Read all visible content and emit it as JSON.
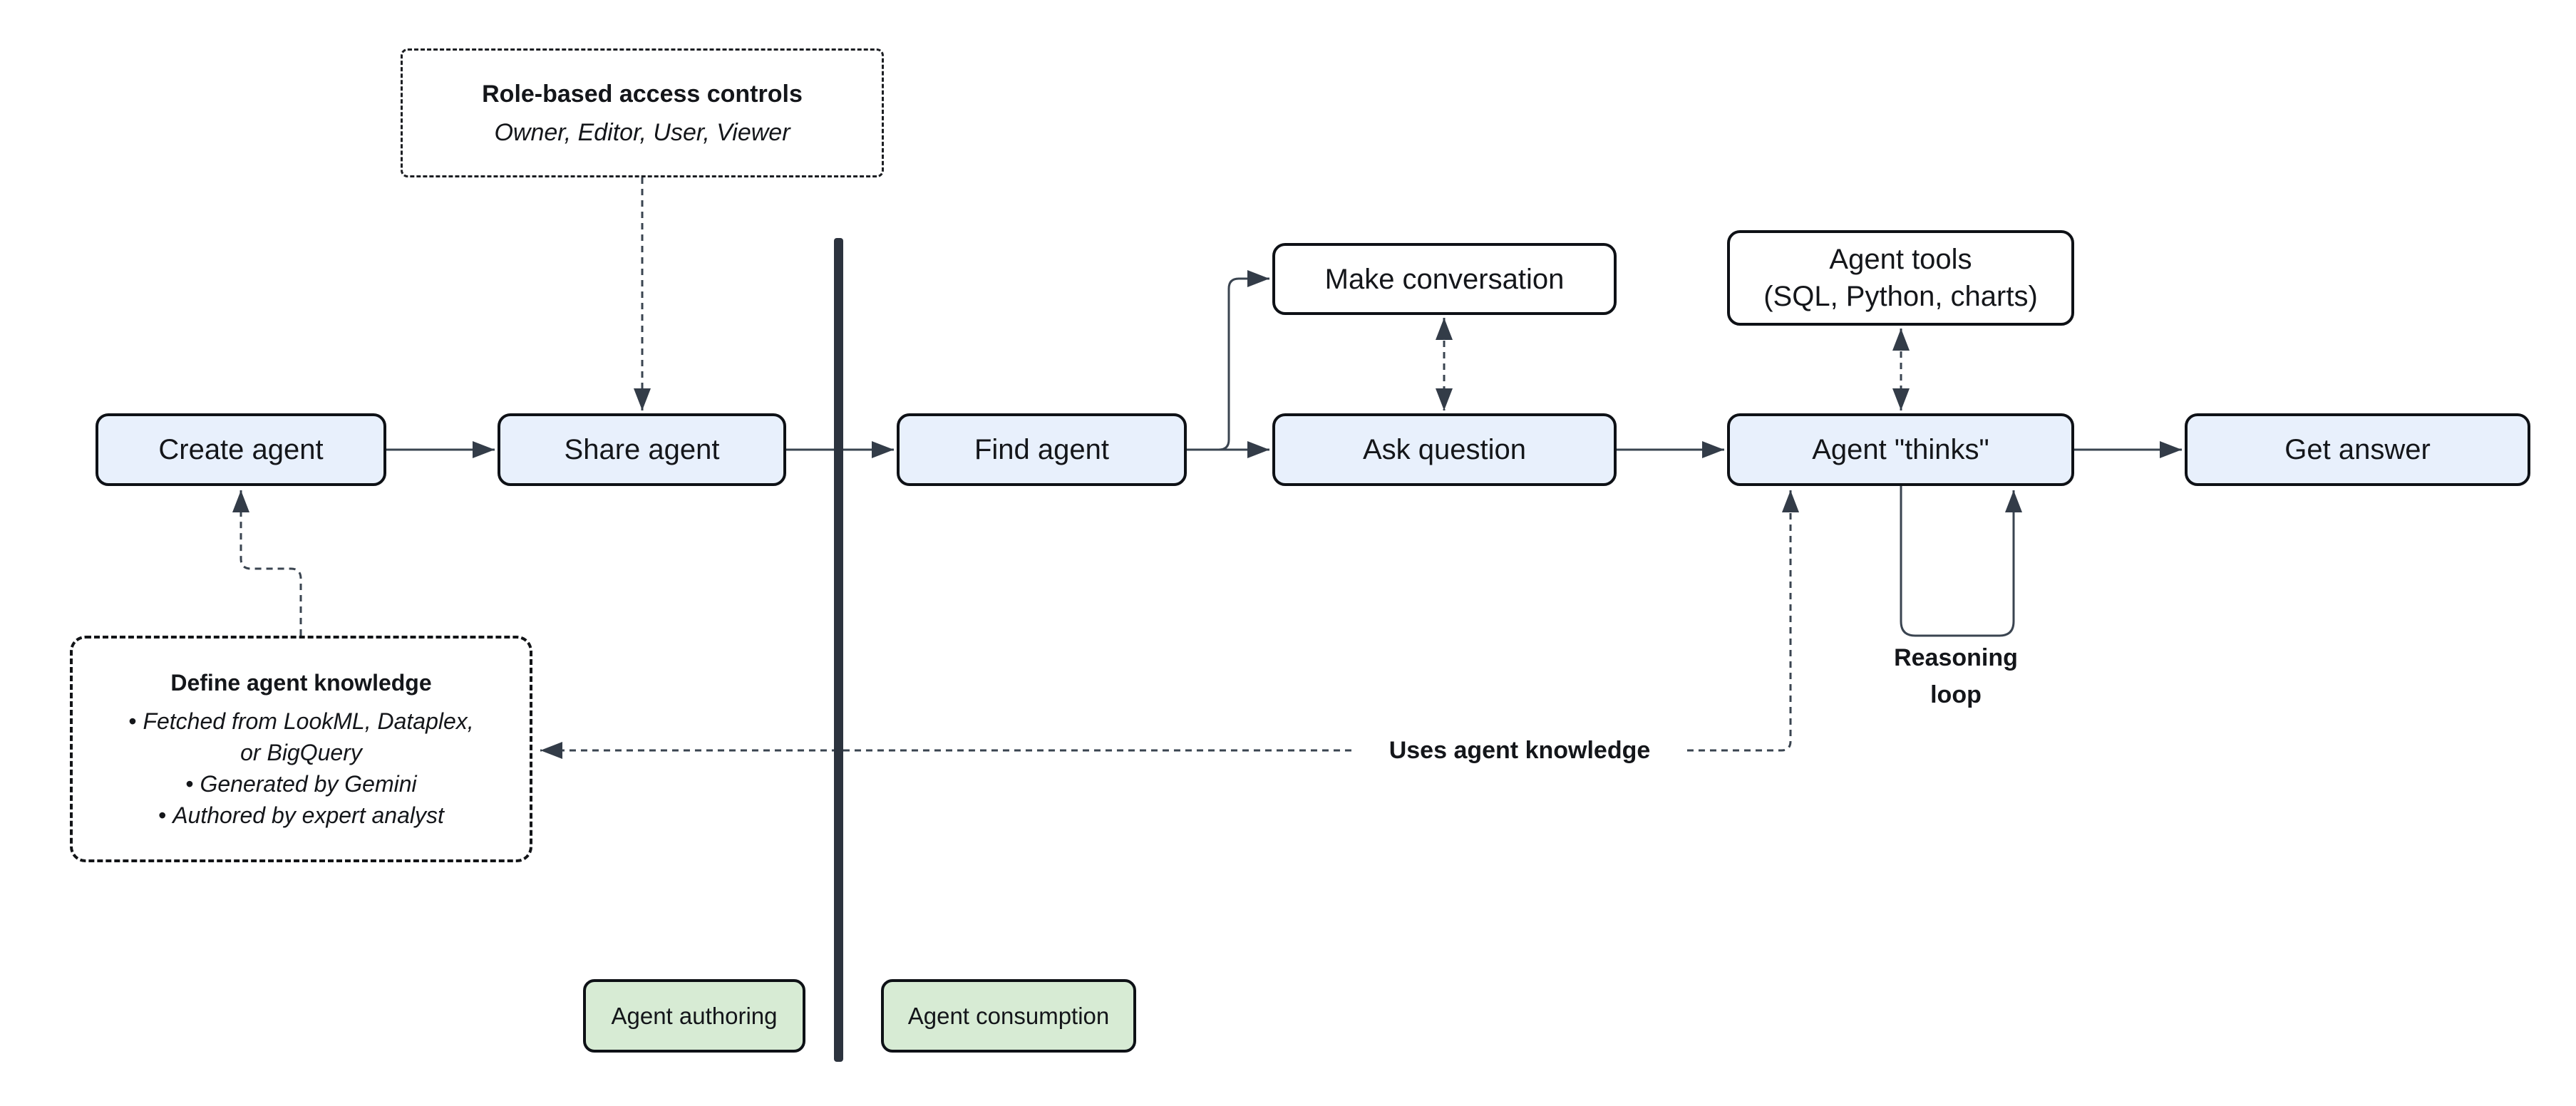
{
  "diagram_title": "Agent authoring and consumption flow",
  "colors": {
    "node_fill": "#e8f0fc",
    "annotation_fill": "#ffffff",
    "zone_fill": "#d7ebd4",
    "node_border": "#0e1116",
    "line": "#3a4450",
    "divider": "#2c333e",
    "text": "#14161a"
  },
  "nodes": {
    "create_agent": {
      "label": "Create agent"
    },
    "share_agent": {
      "label": "Share agent"
    },
    "find_agent": {
      "label": "Find agent"
    },
    "ask_question": {
      "label": "Ask question"
    },
    "agent_thinks": {
      "label": "Agent \"thinks\""
    },
    "get_answer": {
      "label": "Get answer"
    },
    "make_conversation": {
      "label": "Make conversation"
    },
    "agent_tools": {
      "label": "Agent tools",
      "label2": "(SQL, Python, charts)"
    }
  },
  "annotations": {
    "rbac": {
      "title": "Role-based access controls",
      "subtitle": "Owner, Editor, User, Viewer"
    },
    "knowledge": {
      "title": "Define agent knowledge",
      "bullets": [
        {
          "lines": [
            "Fetched from LookML, Dataplex,",
            "or BigQuery"
          ]
        },
        {
          "lines": [
            "Generated by Gemini"
          ]
        },
        {
          "lines": [
            "Authored by expert analyst"
          ]
        }
      ]
    },
    "reasoning_loop": {
      "line1": "Reasoning",
      "line2": "loop"
    },
    "uses_knowledge": {
      "label": "Uses agent knowledge"
    }
  },
  "zones": {
    "authoring": {
      "label": "Agent authoring"
    },
    "consumption": {
      "label": "Agent consumption"
    }
  }
}
